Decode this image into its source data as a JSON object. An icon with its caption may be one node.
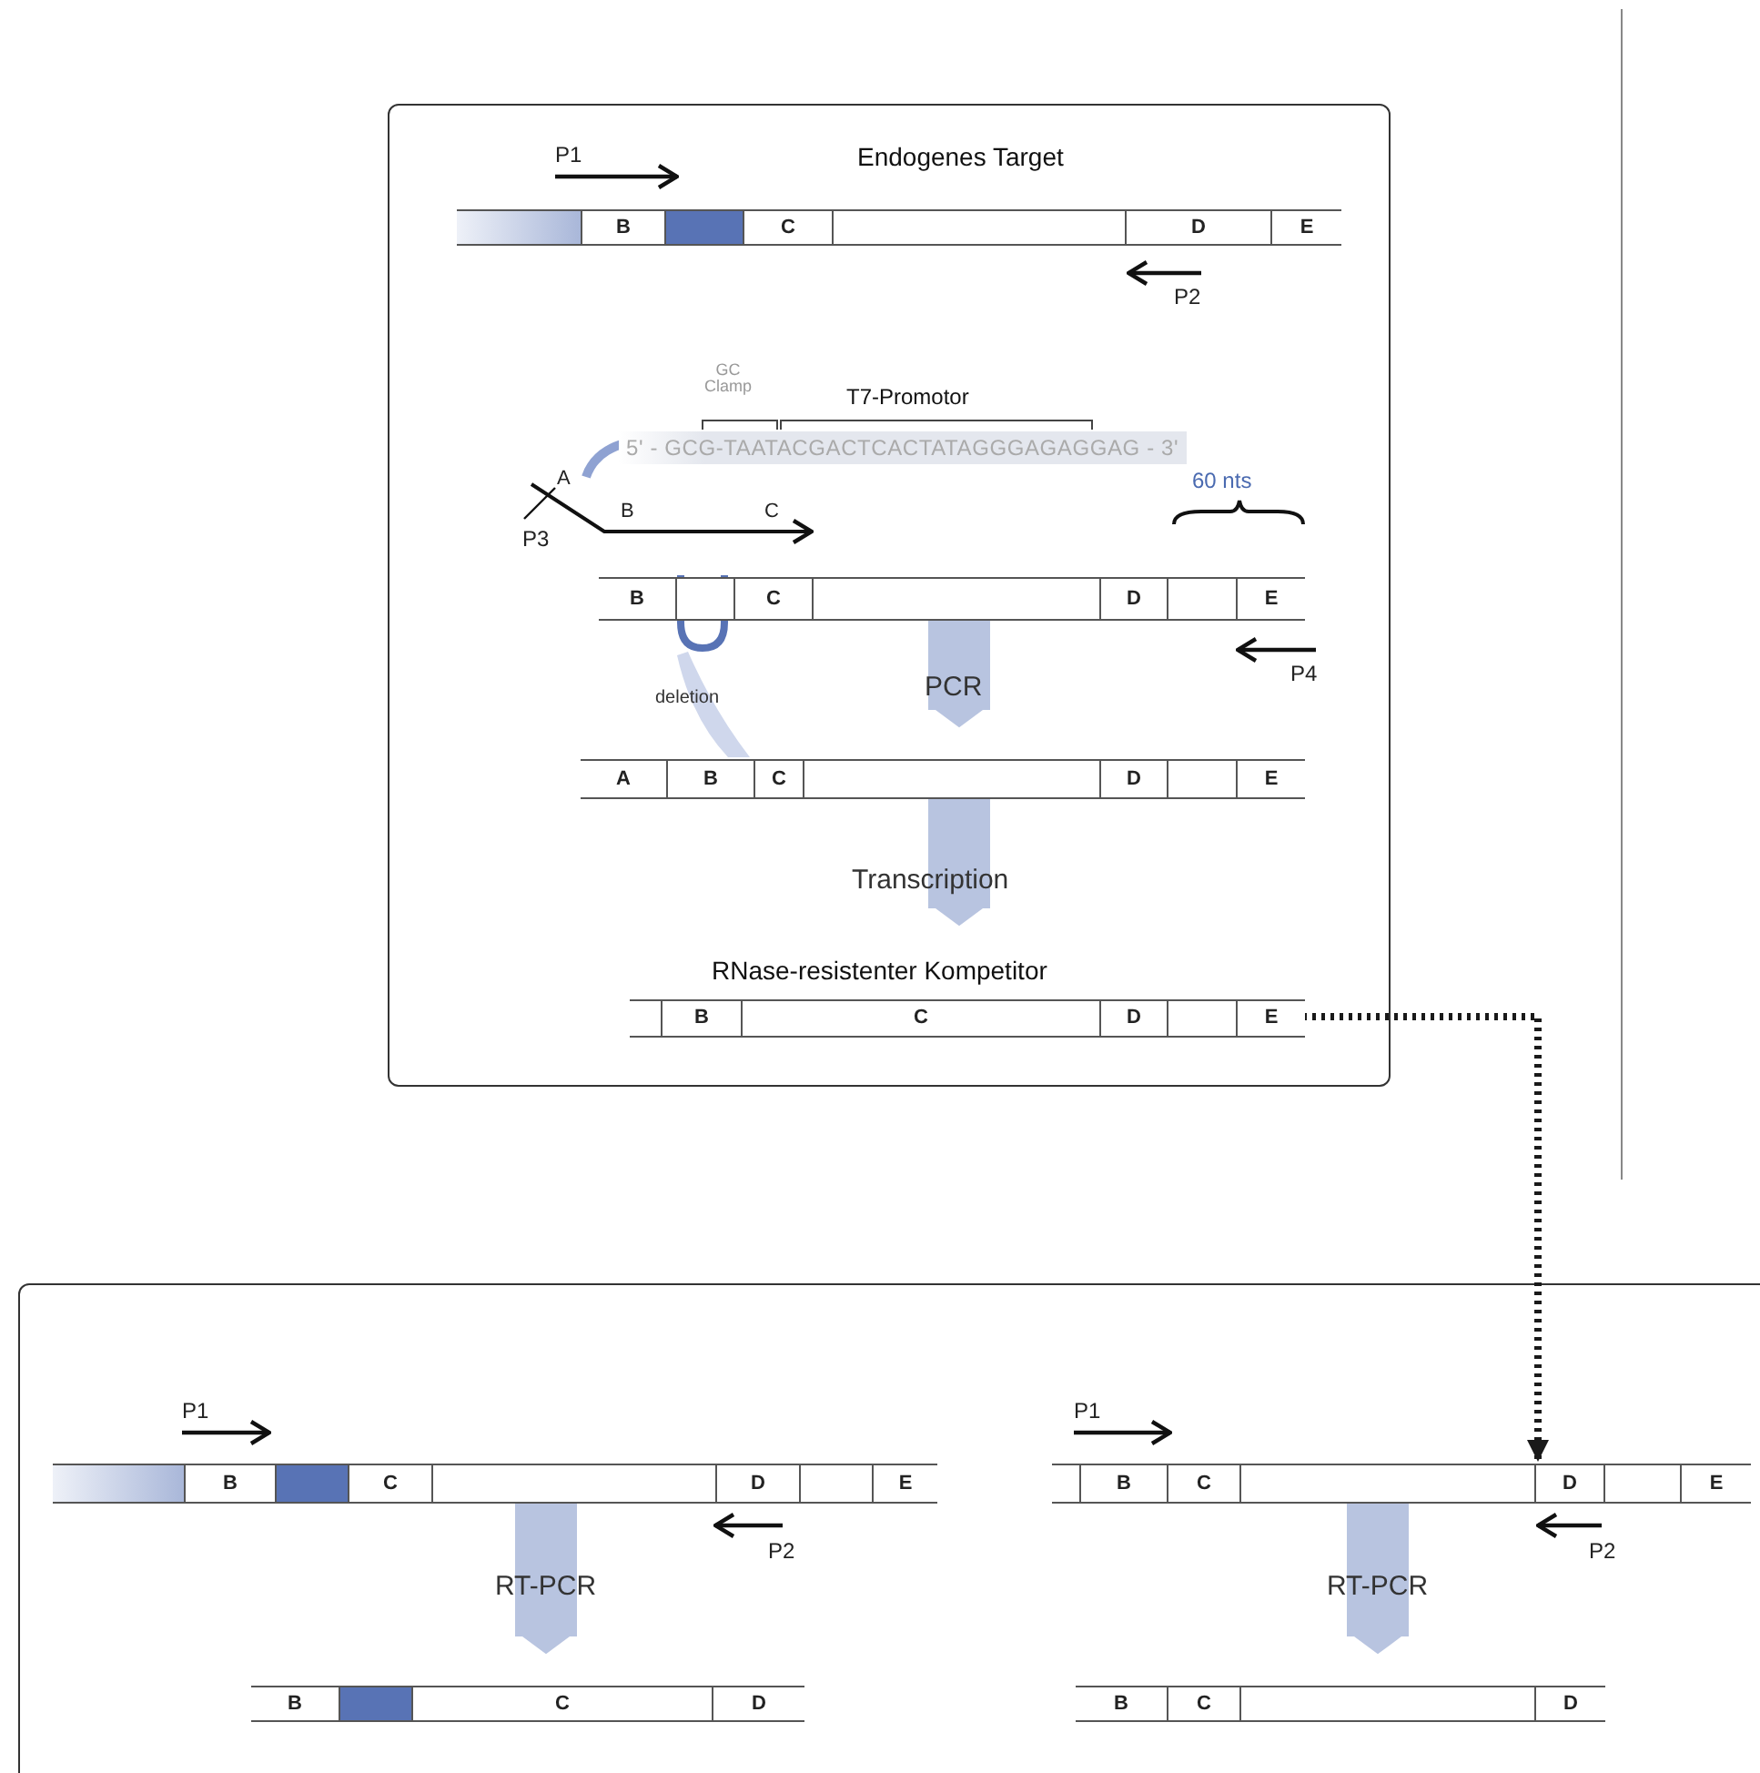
{
  "diagram": {
    "nodes": [
      {
        "text": [],
        "shape": "box"
      },
      {
        "text": [
          "Endogenes Target",
          "B",
          "C",
          "D",
          "E"
        ],
        "in": 0
      },
      {
        "text": [
          "B",
          "C",
          "D",
          "E"
        ],
        "in": 0
      },
      {
        "text": [
          "A",
          "B",
          "C",
          "D",
          "E"
        ],
        "in": 0
      },
      {
        "text": [
          "RNase-resistenter Kompetitor",
          "B",
          "C",
          "D",
          "E"
        ],
        "in": 0
      },
      {
        "text": [],
        "shape": "box"
      },
      {
        "text": [
          "B",
          "C",
          "D",
          "E"
        ],
        "in": 5
      },
      {
        "text": [
          "B",
          "C",
          "D"
        ],
        "in": 5
      },
      {
        "text": [
          "B",
          "C",
          "D",
          "E"
        ],
        "in": 5
      },
      {
        "text": [
          "B",
          "C",
          "D"
        ],
        "in": 5
      }
    ],
    "edges": [
      {
        "from": 2,
        "to": 3,
        "arrow": "to",
        "label": "PCR"
      },
      {
        "from": 3,
        "to": 4,
        "arrow": "to",
        "label": "Transcription"
      },
      {
        "from": 4,
        "to": 8,
        "arrow": "to",
        "style": "dashed",
        "color": "#1a1a1a"
      },
      {
        "from": 6,
        "to": 7,
        "arrow": "to",
        "label": "RT-PCR"
      },
      {
        "from": 8,
        "to": 9,
        "arrow": "to",
        "label": "RT-PCR"
      }
    ],
    "labels": [
      "P1",
      "P2",
      "GC Clamp",
      "T7-Promotor",
      "5' - GCG-TAATACGACTCACTATAGGGAGAGGAG - 3'",
      "A",
      "B",
      "C",
      "P3",
      "60 nts",
      "P4",
      "deletion",
      "P1",
      "P1",
      "P2",
      "P2"
    ]
  }
}
